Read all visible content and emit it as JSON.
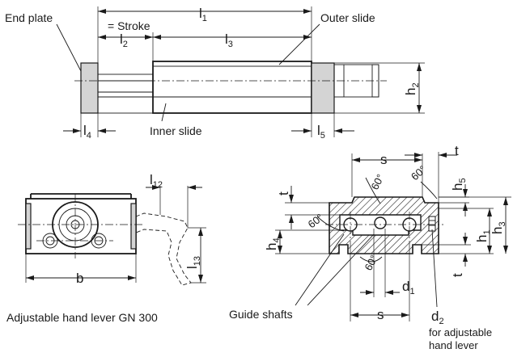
{
  "labels": {
    "end_plate": "End plate",
    "outer_slide": "Outer slide",
    "inner_slide": "Inner slide",
    "stroke_suffix": "= Stroke",
    "hand_lever": "Adjustable hand lever  GN 300",
    "guide_shafts": "Guide shafts",
    "d2_note_line1": "for adjustable",
    "d2_note_line2": "hand lever"
  },
  "dims": {
    "l": "l",
    "s_1": "1",
    "s_2": "2",
    "s_3": "3",
    "s_4": "4",
    "s_5": "5",
    "s_12": "12",
    "s_13": "13",
    "h": "h",
    "b": "b",
    "s": "s",
    "t": "t",
    "d": "d",
    "angle": "60°"
  }
}
